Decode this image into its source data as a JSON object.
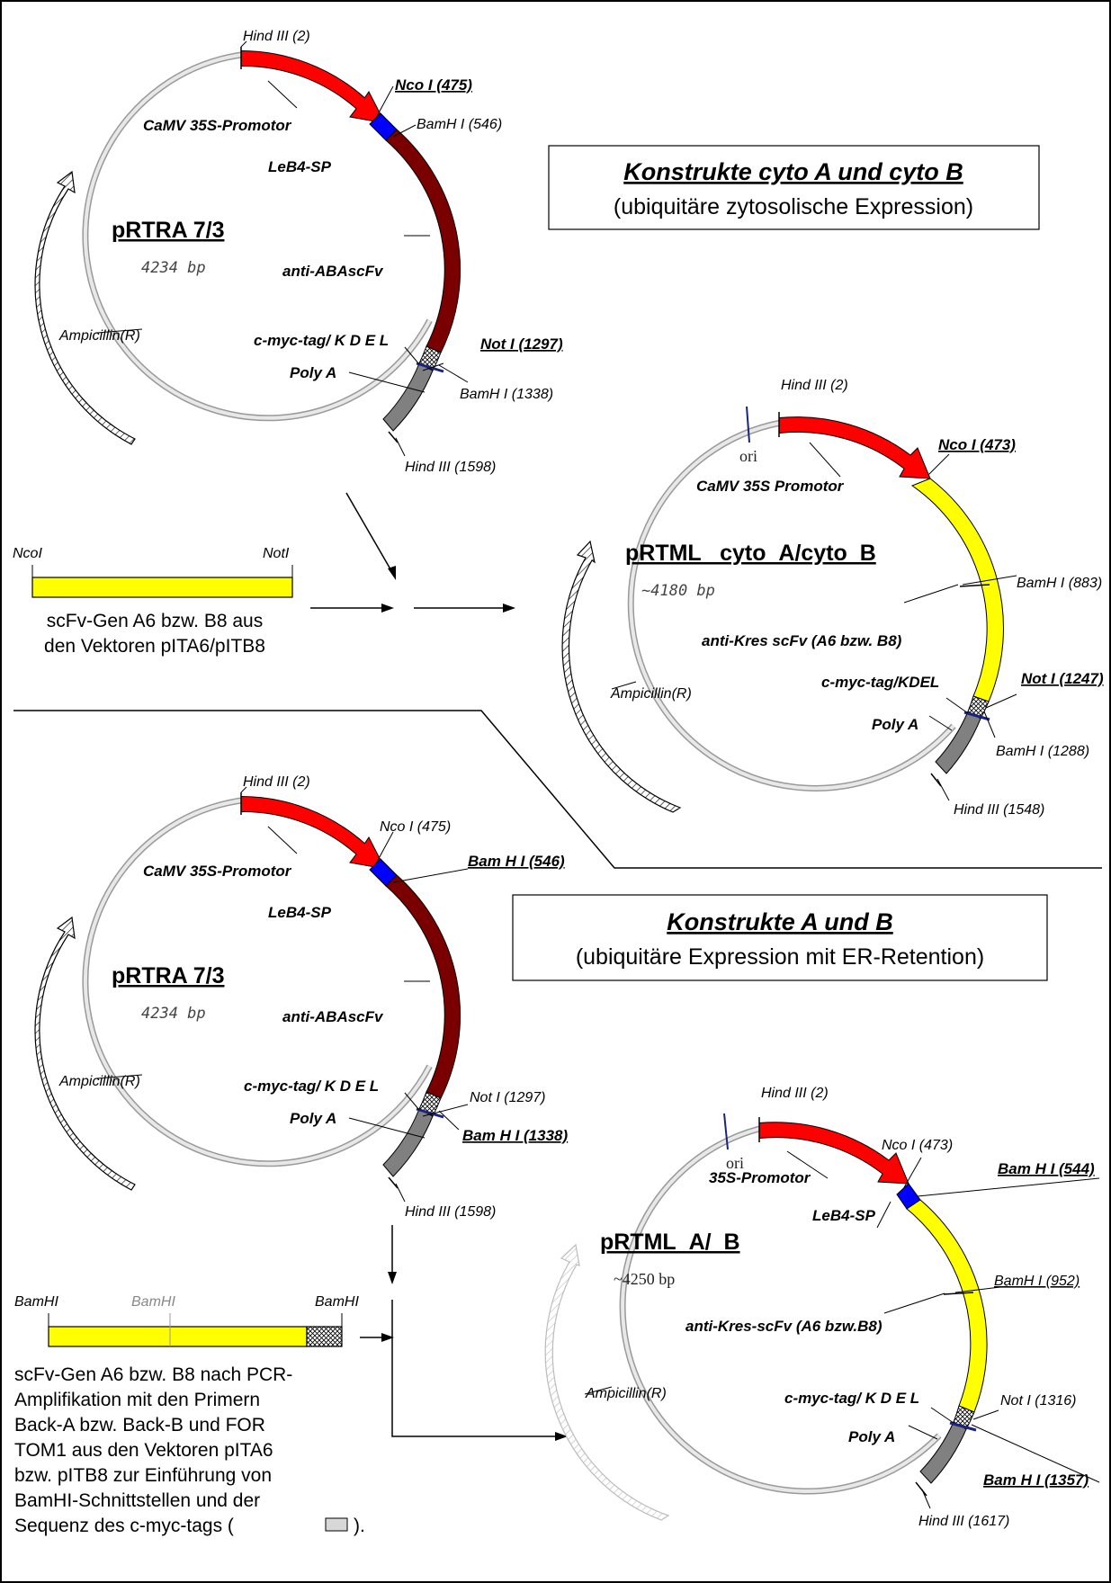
{
  "map1": {
    "name": "pRTRA 7/3",
    "size": "4234 bp",
    "sites": {
      "hind2": "Hind III (2)",
      "nco": "Nco  I (475)",
      "bam546": "BamH I (546)",
      "not": "Not  I (1297)",
      "bam1338": "BamH I (1338)",
      "hind1598": "Hind III (1598)"
    },
    "features": {
      "promotor": "CaMV 35S-Promotor",
      "leb4": "LeB4-SP",
      "scfv": "anti-ABAscFv",
      "myc": "c-myc-tag/ K D E L",
      "polya": "Poly A",
      "amp": "Ampicillin(R)"
    }
  },
  "box1": {
    "title": "Konstrukte cyto A und cyto  B",
    "subtitle": "(ubiquitäre zytosolische Expression)"
  },
  "map2": {
    "name": "pRTML _cyto_A/cyto_B",
    "size": "~4180 bp",
    "sites": {
      "hind2": "Hind III (2)",
      "ori": "ori",
      "nco": "Nco  I (473)",
      "bam883": "BamH I (883)",
      "not": "Not  I (1247)",
      "bam1288": "BamH I (1288)",
      "hind1548": "Hind III (1548)"
    },
    "features": {
      "promotor": "CaMV 35S Promotor",
      "scfv": "anti-Kres scFv (A6 bzw. B8)",
      "myc": "c-myc-tag/KDEL",
      "polya": "Poly A",
      "amp": "Ampicillin(R)"
    }
  },
  "frag1": {
    "left": "NcoI",
    "right": "NotI",
    "caption": [
      "scFv-Gen A6 bzw. B8 aus",
      "den Vektoren pITA6/pITB8"
    ]
  },
  "map3": {
    "name": "pRTRA 7/3",
    "size": "4234 bp",
    "sites": {
      "hind2": "Hind III (2)",
      "nco": "Nco I (475)",
      "bam546": "Bam H I (546)",
      "not": "Not I (1297)",
      "bam1338": "Bam H I (1338)",
      "hind1598": "Hind III (1598)"
    },
    "features": {
      "promotor": "CaMV 35S-Promotor",
      "leb4": "LeB4-SP",
      "scfv": "anti-ABAscFv",
      "myc": "c-myc-tag/ K D E L",
      "polya": "Poly A",
      "amp": "Ampicillin(R)"
    }
  },
  "box2": {
    "title": "Konstrukte A und  B",
    "subtitle": "(ubiquitäre Expression mit ER-Retention)"
  },
  "map4": {
    "name": "pRTML_A/_B",
    "size": "~4250 bp",
    "sites": {
      "hind2": "Hind III (2)",
      "ori": "ori",
      "nco": "Nco I (473)",
      "bam544": "Bam H I (544)",
      "bam952": "BamH I (952)",
      "not": "Not I (1316)",
      "bam1357": "Bam H I (1357)",
      "hind1617": "Hind III (1617)"
    },
    "features": {
      "promotor": "35S-Promotor",
      "leb4": "LeB4-SP",
      "scfv": "anti-Kres-scFv (A6 bzw.B8)",
      "myc": "c-myc-tag/ K D E L",
      "polya": "Poly A",
      "amp": "Ampicillin(R)"
    }
  },
  "frag2": {
    "left": "BamHI",
    "middle": "BamHI",
    "right": "BamHI",
    "caption": [
      "scFv-Gen A6 bzw. B8 nach PCR-",
      "Amplifikation mit den Primern",
      "Back-A bzw. Back-B und FOR",
      "TOM1 aus den Vektoren pITA6",
      "bzw. pITB8 zur Einführung von",
      "BamHI-Schnittstellen und der",
      "Sequenz des c-myc-tags (",
      ")."
    ]
  },
  "colors": {
    "promotor": "#ff0000",
    "leb4": "#0000ff",
    "scfv_dark": "#7a0000",
    "scfv_yellow": "#ffff00",
    "polya": "#808080",
    "backbone": "#c8c8c8"
  }
}
